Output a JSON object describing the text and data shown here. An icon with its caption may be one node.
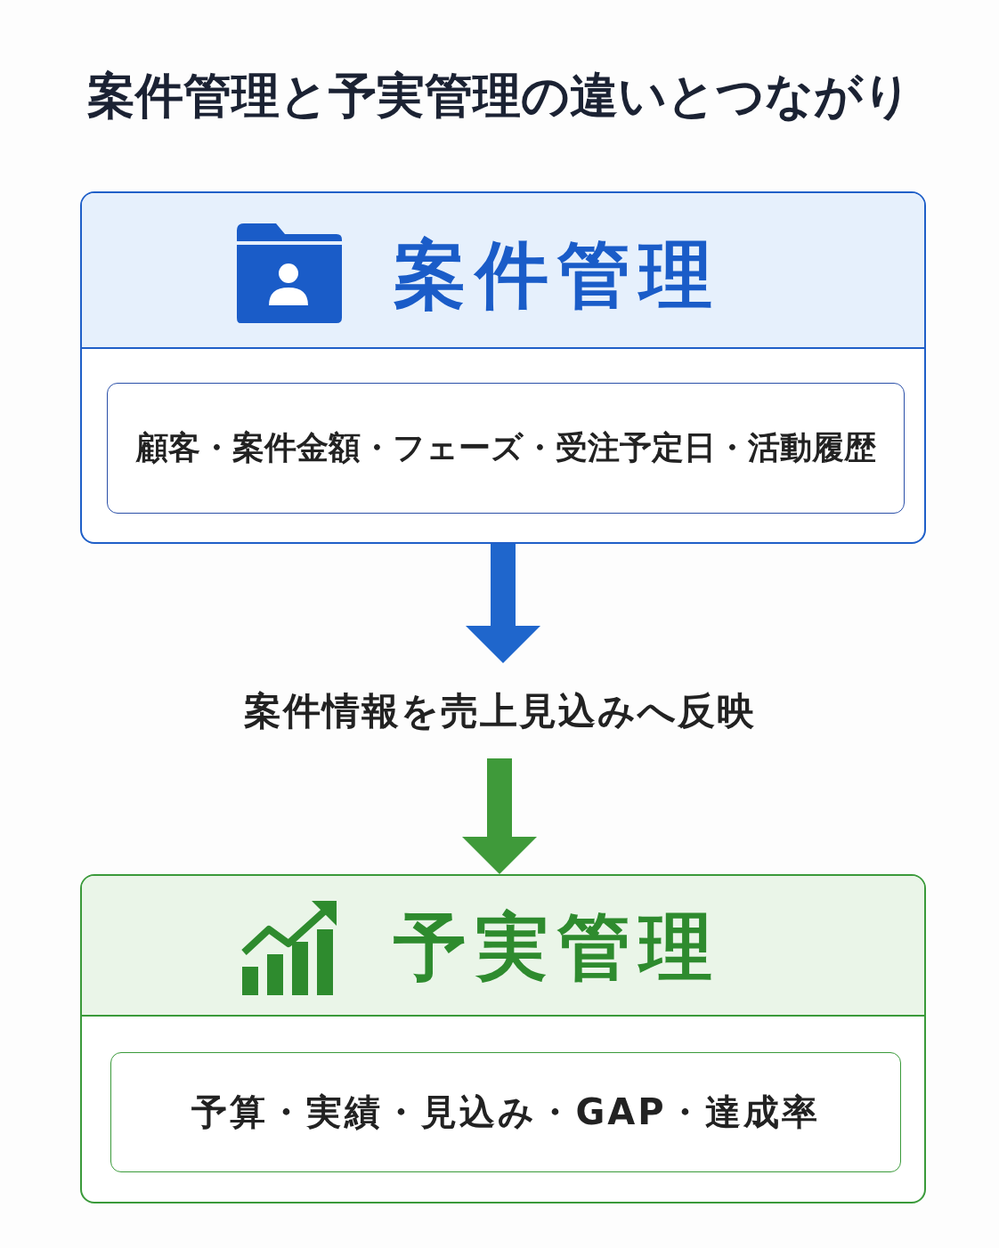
{
  "diagram": {
    "title": "案件管理と予実管理の違いとつながり",
    "nodes": [
      {
        "text": [
          "案件管理"
        ]
      },
      {
        "text": [
          "顧客・案件金額・フェーズ・受注予定日・活動履歴"
        ],
        "in": 0
      },
      {
        "text": [
          "案件情報を売上見込みへ反映"
        ]
      },
      {
        "text": [
          "予実管理"
        ]
      },
      {
        "text": [
          "予算・実績・見込み・GAP・達成率"
        ],
        "in": 3
      }
    ],
    "edges": [
      {
        "from": 0,
        "to": 2,
        "arrow": "to",
        "color": "#1f66cc"
      },
      {
        "from": 2,
        "to": 3,
        "arrow": "to",
        "color": "#3f9a3a"
      }
    ]
  }
}
